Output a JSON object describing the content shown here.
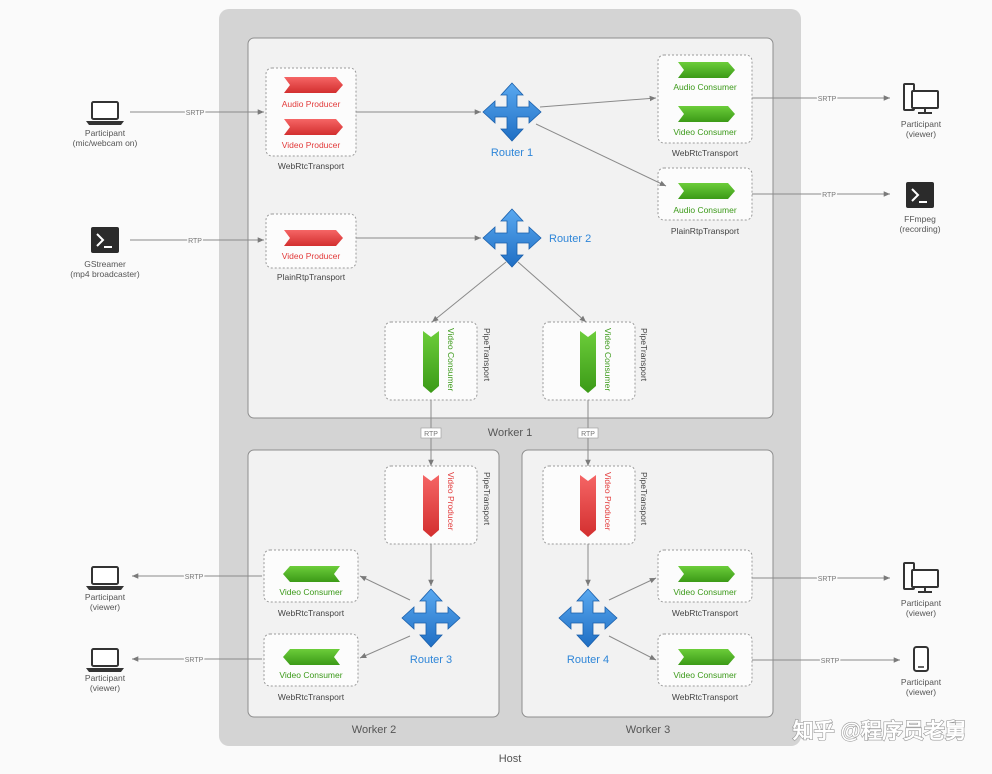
{
  "labels": {
    "host": "Host",
    "worker1": "Worker 1",
    "worker2": "Worker 2",
    "worker3": "Worker 3",
    "router1": "Router 1",
    "router2": "Router 2",
    "router3": "Router 3",
    "router4": "Router 4",
    "webrtc_transport": "WebRtcTransport",
    "plain_rtp_transport": "PlainRtpTransport",
    "pipe_transport": "PipeTransport",
    "audio_producer": "Audio Producer",
    "video_producer": "Video Producer",
    "audio_consumer": "Audio Consumer",
    "video_consumer": "Video Consumer",
    "srtp": "SRTP",
    "rtp": "RTP",
    "watermark": "知乎 @程序员老舅"
  },
  "external": {
    "participant_mic_line1": "Participant",
    "participant_mic_line2": "(mic/webcam on)",
    "gstreamer_line1": "GStreamer",
    "gstreamer_line2": "(mp4 broadcaster)",
    "viewer_line1": "Participant",
    "viewer_line2": "(viewer)",
    "ffmpeg_line1": "FFmpeg",
    "ffmpeg_line2": "(recording)"
  },
  "colors": {
    "producer": "#e84545",
    "consumer": "#4fae2a",
    "router": "#2f86d8",
    "host_bg": "#d4d4d4",
    "worker_bg": "#f1f1f1"
  }
}
